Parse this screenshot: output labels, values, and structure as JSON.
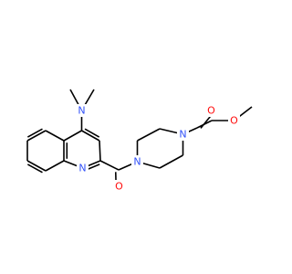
{
  "molecule": {
    "atoms": [
      {
        "id": "N_dimethylamino",
        "symbol": "N",
        "color": "#3050F8"
      },
      {
        "id": "N_quinoline",
        "symbol": "N",
        "color": "#3050F8"
      },
      {
        "id": "O_carbonyl",
        "symbol": "O",
        "color": "#FF0D0D"
      },
      {
        "id": "N_piperazine_1",
        "symbol": "N",
        "color": "#3050F8"
      },
      {
        "id": "N_piperazine_2",
        "symbol": "N",
        "color": "#3050F8"
      },
      {
        "id": "O_ketone",
        "symbol": "O",
        "color": "#FF0D0D"
      },
      {
        "id": "O_methoxy",
        "symbol": "O",
        "color": "#FF0D0D"
      }
    ],
    "bond_color": "#000000"
  }
}
